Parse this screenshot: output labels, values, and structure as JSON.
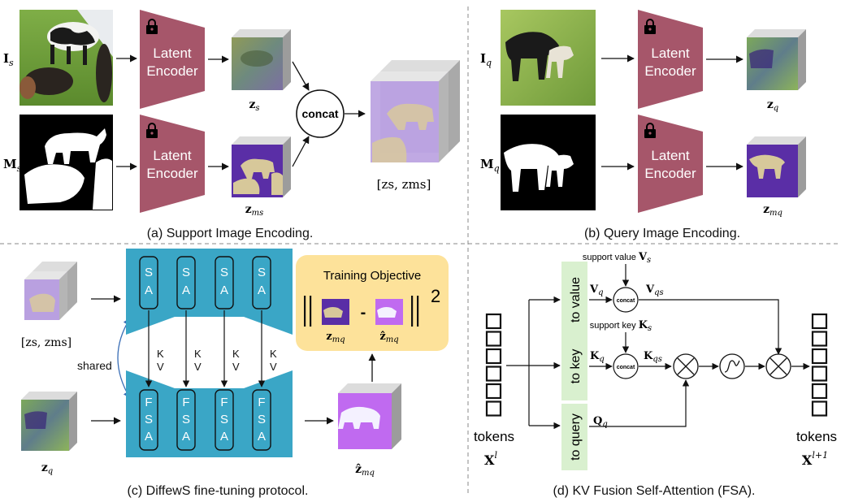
{
  "colors": {
    "encoder": "#a6566a",
    "unet": "#3aa6c6",
    "latent_purple": "#5a2ea6",
    "latent_violet": "#b98ae0",
    "objective_bg": "#fde29a",
    "token_box_bg": "#d9f0cf",
    "divider": "#888888"
  },
  "panel_a": {
    "caption": "(a) Support Image Encoding.",
    "image_label_base": "I",
    "image_label_sub": "s",
    "mask_label_base": "M",
    "mask_label_sub": "s",
    "encoder_line1": "Latent",
    "encoder_line2": "Encoder",
    "latent_image_label": "z",
    "latent_image_sub": "s",
    "latent_mask_label": "z",
    "latent_mask_sub": "ms",
    "concat_label": "concat",
    "concat_output_label": "[zs, zms]"
  },
  "panel_b": {
    "caption": "(b) Query Image Encoding.",
    "image_label_base": "I",
    "image_label_sub": "q",
    "mask_label_base": "M",
    "mask_label_sub": "q",
    "encoder_line1": "Latent",
    "encoder_line2": "Encoder",
    "latent_image_label": "z",
    "latent_image_sub": "q",
    "latent_mask_label": "z",
    "latent_mask_sub": "mq"
  },
  "panel_c": {
    "caption": "(c) DiffewS fine-tuning protocol.",
    "support_input_label": "[zs, zms]",
    "query_input_label": "z",
    "query_input_sub": "q",
    "shared_label": "shared",
    "sa_letters": [
      "S",
      "A"
    ],
    "fsa_letters": [
      "F",
      "S",
      "A"
    ],
    "kv_letters": [
      "K",
      "V"
    ],
    "output_label": "ẑ",
    "output_sub": "mq",
    "objective_title": "Training Objective",
    "objective_minus": "-",
    "objective_power": "2",
    "objective_left_label": "z",
    "objective_left_sub": "mq",
    "objective_right_label": "ẑ",
    "objective_right_sub": "mq"
  },
  "panel_d": {
    "caption": "(d) KV Fusion Self-Attention (FSA).",
    "tokens_in_label": "tokens",
    "tokens_in_math": "X",
    "tokens_in_sup": "l",
    "tokens_out_label": "tokens",
    "tokens_out_math": "X",
    "tokens_out_sup": "l+1",
    "to_value": "to value",
    "to_key": "to key",
    "to_query": "to query",
    "support_value_text": "support value",
    "support_value_math": "V",
    "support_value_sub": "s",
    "support_key_text": "support key",
    "support_key_math": "K",
    "support_key_sub": "s",
    "vq": "V",
    "vq_sub": "q",
    "kq": "K",
    "kq_sub": "q",
    "qq": "Q",
    "qq_sub": "q",
    "vqs": "V",
    "vqs_sub": "qs",
    "kqs": "K",
    "kqs_sub": "qs",
    "concat_small": "concat",
    "multiply_symbol": "⊗"
  }
}
